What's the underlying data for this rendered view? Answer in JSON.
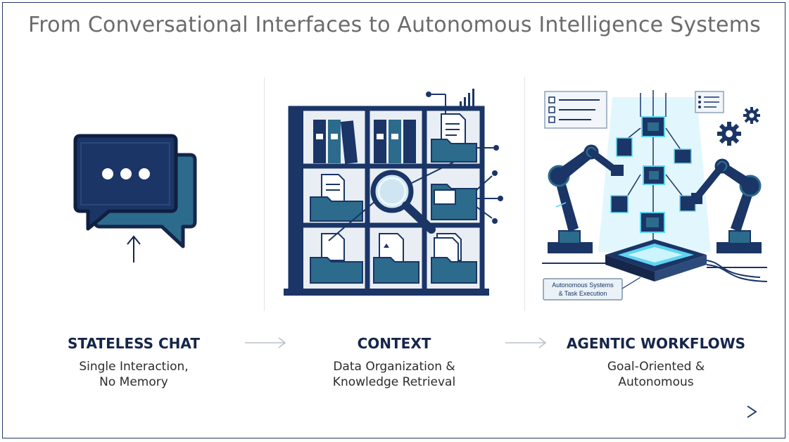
{
  "title": "From Conversational Interfaces to Autonomous Intelligence Systems",
  "stages": [
    {
      "label": "STATELESS CHAT",
      "desc_line1": "Single Interaction,",
      "desc_line2": "No Memory"
    },
    {
      "label": "CONTEXT",
      "desc_line1": "Data Organization &",
      "desc_line2": "Knowledge Retrieval"
    },
    {
      "label": "AGENTIC WORKFLOWS",
      "desc_line1": "Goal-Oriented &",
      "desc_line2": "Autonomous"
    }
  ],
  "agentic_caption_line1": "Autonomous Systems",
  "agentic_caption_line2": "& Task Execution",
  "icons": {
    "chat": "chat-bubbles-icon",
    "library": "bookshelf-search-icon",
    "agents": "robot-arms-network-icon"
  },
  "colors": {
    "navy": "#1a3566",
    "teal": "#2c6b8c",
    "cyan": "#5fd4f0",
    "title_gray": "#6b6b6b",
    "arrow_gray": "#b8c0c8"
  }
}
